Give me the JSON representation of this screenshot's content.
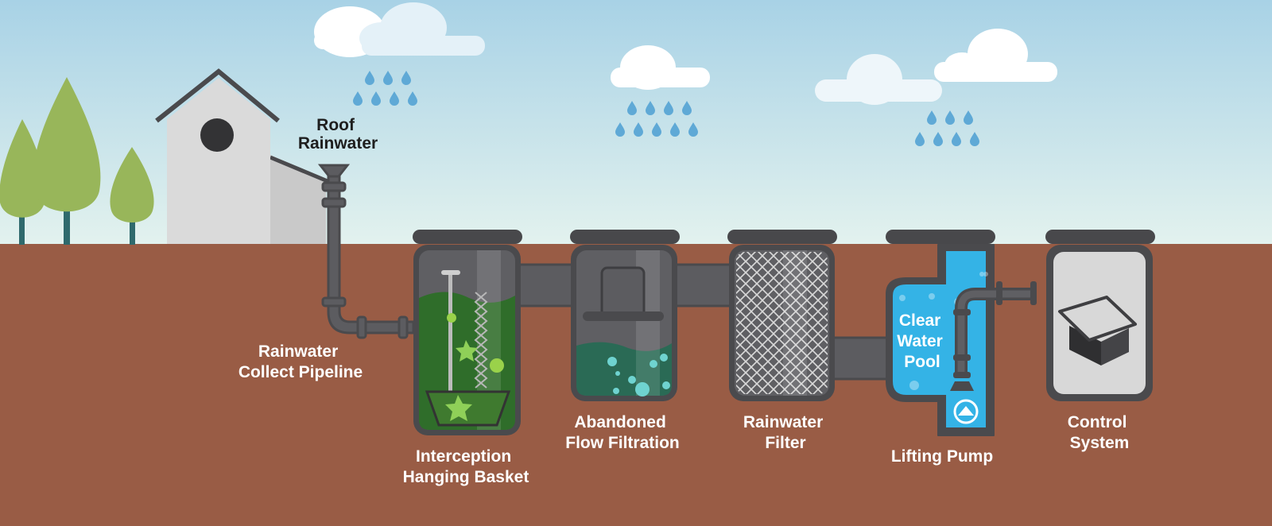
{
  "labels": {
    "roof_rainwater": [
      "Roof",
      "Rainwater"
    ],
    "collect_pipeline": [
      "Rainwater",
      "Collect Pipeline"
    ],
    "hanging_basket": [
      "Interception",
      "Hanging Basket"
    ],
    "flow_filtration": [
      "Abandoned",
      "Flow Filtration"
    ],
    "rainwater_filter": [
      "Rainwater",
      "Filter"
    ],
    "lifting_pump": [
      "Lifting Pump"
    ],
    "control_system": [
      "Control",
      "System"
    ],
    "clear_water_pool": [
      "Clear",
      "Water",
      "Pool"
    ]
  },
  "colors": {
    "sky_top": "#a8d2e6",
    "sky_bottom": "#e3f2ee",
    "ground": "#995c45",
    "tank_outline": "#4a4a4d",
    "tank_body": "#5c5c60",
    "basket_water": "#2f6d2a",
    "flow_water": "#2a6a55",
    "clear_water": "#34b3e6",
    "tree": "#98b65a",
    "trunk": "#2f6a6d",
    "house": "#d9d9d9",
    "rain": "#5fa9d6"
  }
}
